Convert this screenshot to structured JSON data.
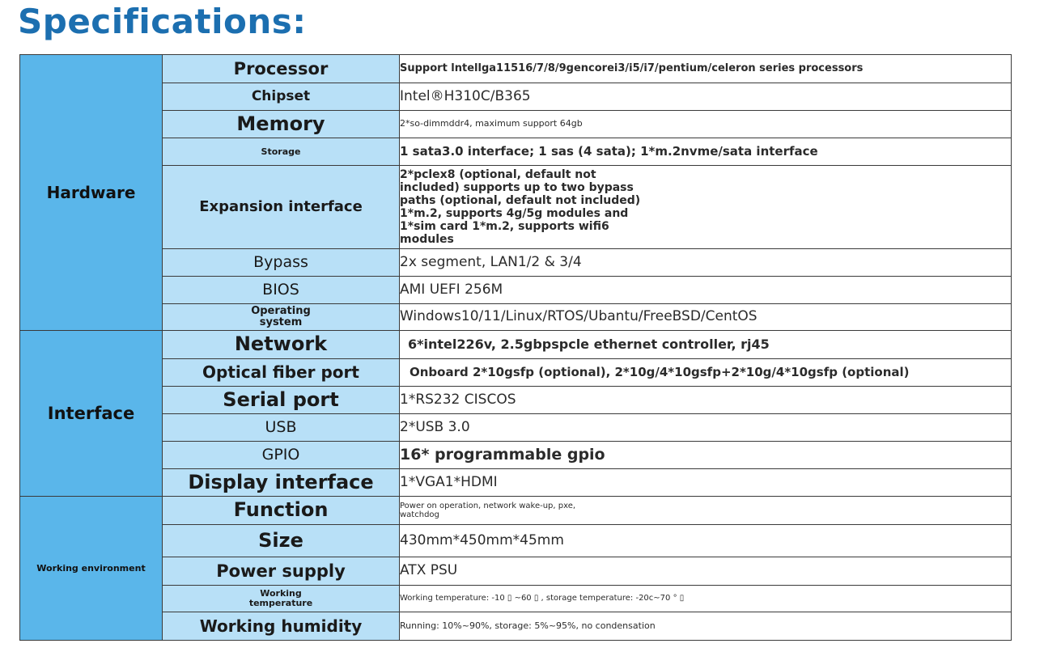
{
  "title": "Specifications:",
  "groups": {
    "hardware": "Hardware",
    "interface": "Interface",
    "environment": "Working environment"
  },
  "rows": [
    {
      "label": "Processor",
      "value": "Support lntellga11516/7/8/9gencorei3/i5/i7/pentium/celeron series processors"
    },
    {
      "label": "Chipset",
      "value": "Intel®H310C/B365"
    },
    {
      "label": "Memory",
      "value": "2*so-dimmddr4, maximum support 64gb"
    },
    {
      "label": "Storage",
      "value": "1 sata3.0 interface; 1 sas (4 sata); 1*m.2nvme/sata interface"
    },
    {
      "label": "Expansion interface",
      "value": "2*pclex8 (optional, default not\nincluded) supports up to two bypass\npaths (optional, default not included)\n1*m.2, supports 4g/5g modules and\n1*sim card 1*m.2, supports wifi6\nmodules"
    },
    {
      "label": "Bypass",
      "value": "2x segment, LAN1/2 & 3/4"
    },
    {
      "label": "BIOS",
      "value": "AMI UEFI 256M"
    },
    {
      "label": "Operating\nsystem",
      "value": "Windows10/11/Linux/RTOS/Ubantu/FreeBSD/CentOS"
    },
    {
      "label": "Network",
      "value": "6*intel226v, 2.5gbpspcle ethernet controller, rj45"
    },
    {
      "label": "Optical fiber port",
      "value": "Onboard 2*10gsfp (optional), 2*10g/4*10gsfp+2*10g/4*10gsfp (optional)"
    },
    {
      "label": "Serial port",
      "value": "1*RS232 CISCOS"
    },
    {
      "label": "USB",
      "value": "2*USB 3.0"
    },
    {
      "label": "GPIO",
      "value": "16* programmable gpio"
    },
    {
      "label": "Display interface",
      "value": "1*VGA1*HDMI"
    },
    {
      "label": "Function",
      "value": "Power on operation, network wake-up, pxe,\nwatchdog"
    },
    {
      "label": "Size",
      "value": "430mm*450mm*45mm"
    },
    {
      "label": "Power supply",
      "value": "ATX PSU"
    },
    {
      "label": "Working\ntemperature",
      "value": "Working temperature: -10 ▯ ~60 ▯ , storage temperature: -20c~70 ° ▯"
    },
    {
      "label": "Working humidity",
      "value": "Running: 10%~90%, storage: 5%~95%, no condensation"
    }
  ],
  "colors": {
    "title": "#1c6fb0",
    "group_bg": "#5ab6ea",
    "label_bg": "#b8e0f7",
    "border": "#3a3a3a"
  }
}
